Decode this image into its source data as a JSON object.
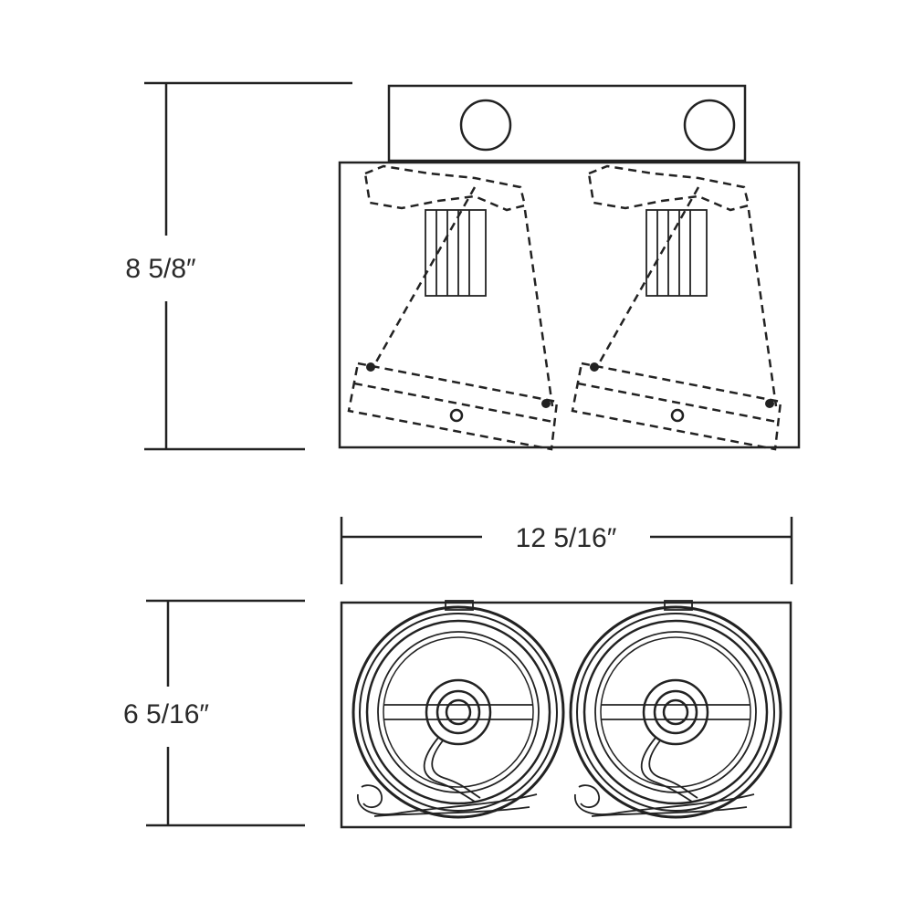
{
  "dimensions": {
    "height": "8 5/8″",
    "width": "12 5/16″",
    "depth": "6 5/16″"
  }
}
